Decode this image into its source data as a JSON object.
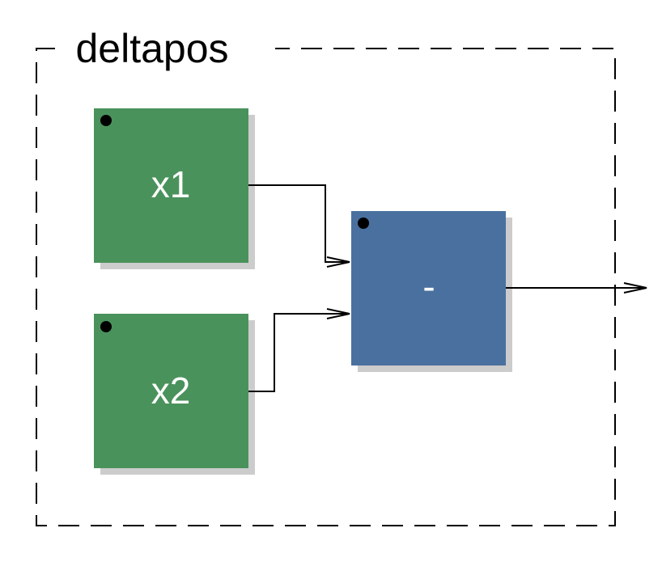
{
  "group": {
    "title": "deltapos"
  },
  "blocks": {
    "x1": {
      "label": "x1",
      "color": "#4a925c"
    },
    "x2": {
      "label": "x2",
      "color": "#4a925c"
    },
    "minus": {
      "label": "-",
      "color": "#4a709f"
    }
  },
  "colors": {
    "shadow": "#cccccc",
    "wire": "#000000",
    "frame": "#000000",
    "background": "#ffffff"
  }
}
